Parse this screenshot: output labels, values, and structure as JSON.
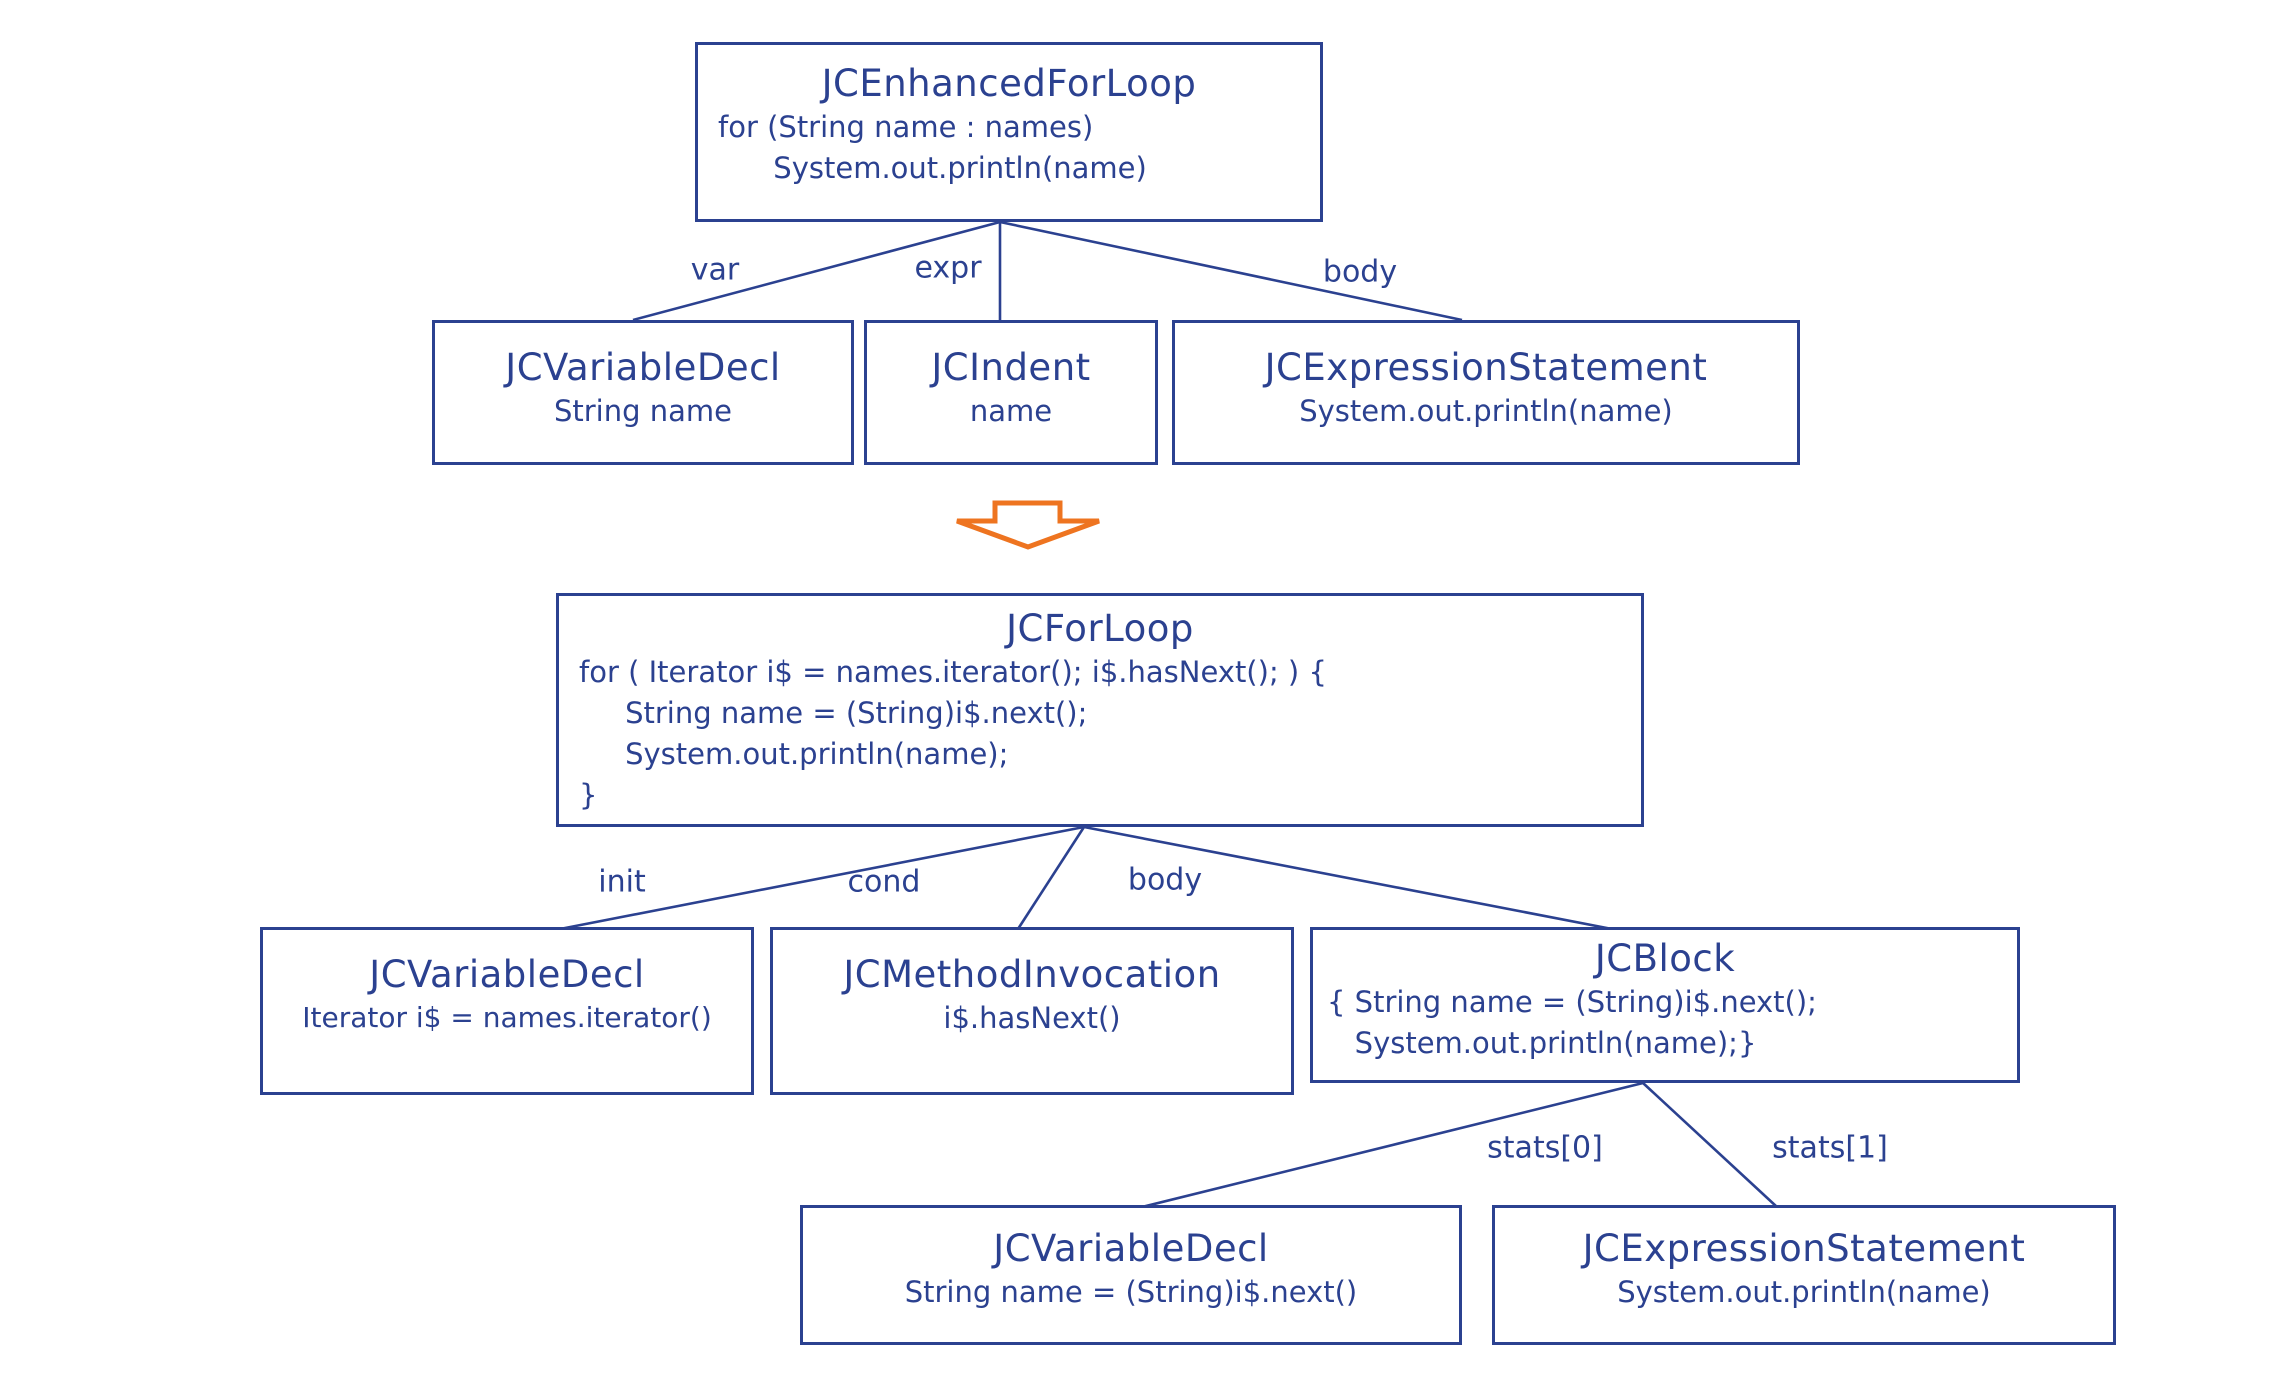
{
  "colors": {
    "blue": "#2b4190",
    "orange": "#ee7420"
  },
  "nodes": {
    "enhanced_for": {
      "title": "JCEnhancedForLoop",
      "code": [
        "for (String name : names)",
        "      System.out.println(name)"
      ]
    },
    "var_decl_1": {
      "title": "JCVariableDecl",
      "subtitle": "String name"
    },
    "ident": {
      "title": "JCIndent",
      "subtitle": "name"
    },
    "expr_stmt_1": {
      "title": "JCExpressionStatement",
      "subtitle": "System.out.println(name)"
    },
    "for_loop": {
      "title": "JCForLoop",
      "code": [
        "for ( Iterator i$ = names.iterator(); i$.hasNext(); ) {",
        "     String name = (String)i$.next();",
        "     System.out.println(name);",
        "}"
      ]
    },
    "var_decl_2": {
      "title": "JCVariableDecl",
      "subtitle": "Iterator i$ = names.iterator()"
    },
    "method_invocation": {
      "title": "JCMethodInvocation",
      "subtitle": "i$.hasNext()"
    },
    "block": {
      "title": "JCBlock",
      "code": [
        "{ String name = (String)i$.next();",
        "   System.out.println(name);}"
      ]
    },
    "var_decl_3": {
      "title": "JCVariableDecl",
      "subtitle": "String name = (String)i$.next()"
    },
    "expr_stmt_2": {
      "title": "JCExpressionStatement",
      "subtitle": "System.out.println(name)"
    }
  },
  "edge_labels": {
    "var": "var",
    "expr": "expr",
    "body_top": "body",
    "init": "init",
    "cond": "cond",
    "body_bottom": "body",
    "stats0": "stats[0]",
    "stats1": "stats[1]"
  }
}
